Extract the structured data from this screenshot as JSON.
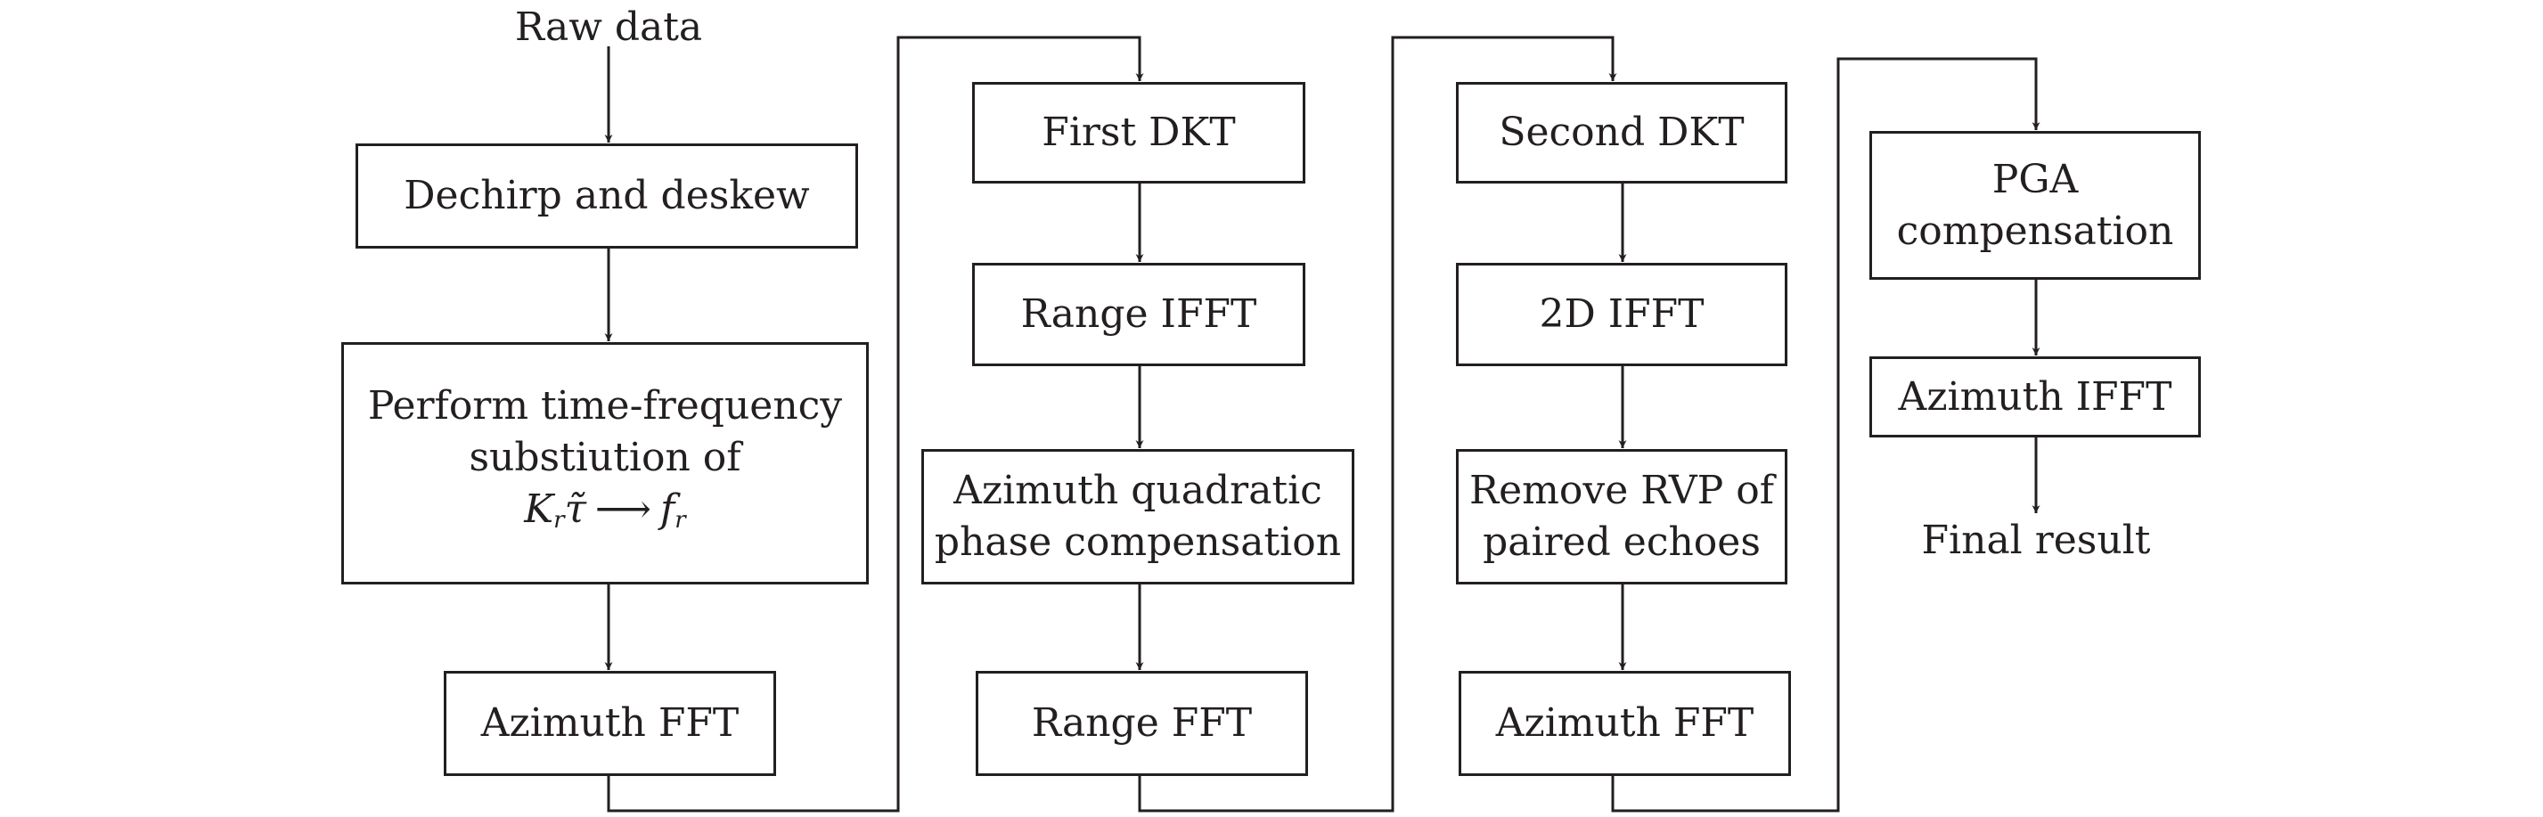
{
  "diagram": {
    "start_label": "Raw data",
    "end_label": "Final result",
    "columns": [
      {
        "id": "col1",
        "steps": [
          {
            "id": "dechirp",
            "lines": [
              "Dechirp and deskew"
            ]
          },
          {
            "id": "tf-sub",
            "lines": [
              "Perform time-frequency",
              "substiution of"
            ],
            "math": {
              "lhs_base": "K",
              "lhs_sub": "r",
              "tau": "τ̃",
              "arrow": "⟶",
              "rhs_base": "f",
              "rhs_sub": "r"
            }
          },
          {
            "id": "azimuth-fft-1",
            "lines": [
              "Azimuth FFT"
            ]
          }
        ]
      },
      {
        "id": "col2",
        "steps": [
          {
            "id": "first-dkt",
            "lines": [
              "First DKT"
            ]
          },
          {
            "id": "range-ifft",
            "lines": [
              "Range IFFT"
            ]
          },
          {
            "id": "azimuth-quad",
            "lines": [
              "Azimuth quadratic",
              "phase compensation"
            ]
          },
          {
            "id": "range-fft",
            "lines": [
              "Range FFT"
            ]
          }
        ]
      },
      {
        "id": "col3",
        "steps": [
          {
            "id": "second-dkt",
            "lines": [
              "Second DKT"
            ]
          },
          {
            "id": "ifft-2d",
            "lines": [
              "2D IFFT"
            ]
          },
          {
            "id": "remove-rvp",
            "lines": [
              "Remove RVP of",
              "paired echoes"
            ]
          },
          {
            "id": "azimuth-fft-2",
            "lines": [
              "Azimuth FFT"
            ]
          }
        ]
      },
      {
        "id": "col4",
        "steps": [
          {
            "id": "pga",
            "lines": [
              "PGA",
              "compensation"
            ]
          },
          {
            "id": "azimuth-ifft",
            "lines": [
              "Azimuth IFFT"
            ]
          }
        ]
      }
    ]
  }
}
